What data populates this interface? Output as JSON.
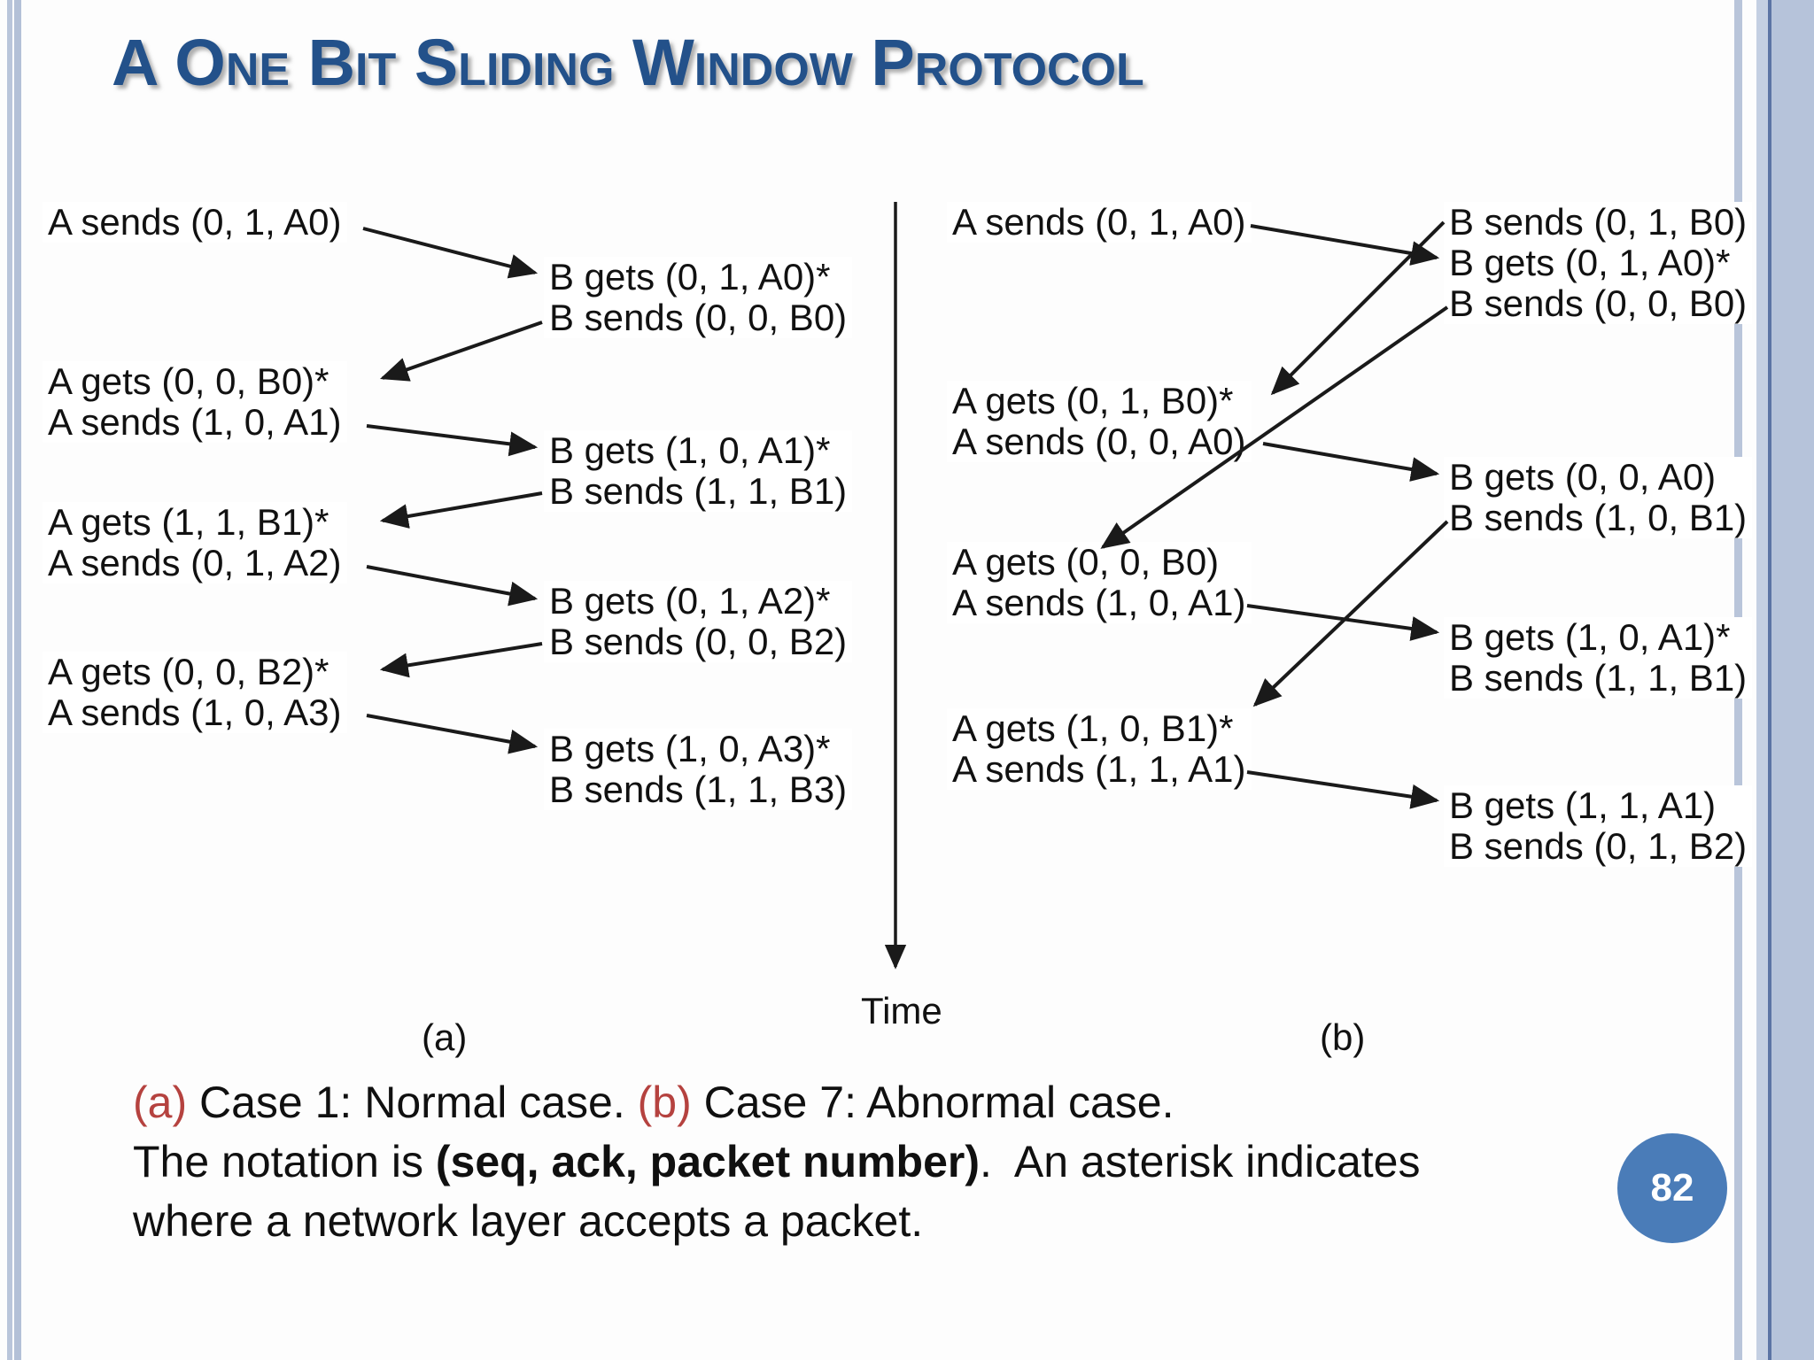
{
  "slide": {
    "title": "A One Bit Sliding Window Protocol",
    "page_number": "82"
  },
  "diagram": {
    "time_label": "Time",
    "panel_a": {
      "label": "(a)",
      "host_a": [
        {
          "lines": [
            "A sends (0, 1, A0)"
          ]
        },
        {
          "lines": [
            "A gets (0, 0, B0)*",
            "A sends (1, 0, A1)"
          ]
        },
        {
          "lines": [
            "A gets (1, 1, B1)*",
            "A sends (0, 1, A2)"
          ]
        },
        {
          "lines": [
            "A gets (0, 0, B2)*",
            "A sends (1, 0, A3)"
          ]
        }
      ],
      "host_b": [
        {
          "lines": [
            "B gets (0, 1, A0)*",
            "B sends (0, 0, B0)"
          ]
        },
        {
          "lines": [
            "B gets (1, 0, A1)*",
            "B sends (1, 1, B1)"
          ]
        },
        {
          "lines": [
            "B gets (0, 1, A2)*",
            "B sends (0, 0, B2)"
          ]
        },
        {
          "lines": [
            "B gets (1, 0, A3)*",
            "B sends (1, 1, B3)"
          ]
        }
      ]
    },
    "panel_b": {
      "label": "(b)",
      "host_a": [
        {
          "lines": [
            "A sends (0, 1, A0)"
          ]
        },
        {
          "lines": [
            "A gets (0, 1, B0)*",
            "A sends (0, 0, A0)"
          ]
        },
        {
          "lines": [
            "A gets (0, 0, B0)",
            "A sends (1, 0, A1)"
          ]
        },
        {
          "lines": [
            "A gets (1, 0, B1)*",
            "A sends (1, 1, A1)"
          ]
        }
      ],
      "host_b": [
        {
          "lines": [
            "B sends (0, 1, B0)",
            "B gets (0, 1, A0)*",
            "B sends (0, 0, B0)"
          ]
        },
        {
          "lines": [
            "B gets (0, 0, A0)",
            "B sends (1, 0, B1)"
          ]
        },
        {
          "lines": [
            "B gets (1, 0, A1)*",
            "B sends (1, 1, B1)"
          ]
        },
        {
          "lines": [
            "B gets (1, 1, A1)",
            "B sends (0, 1, B2)"
          ]
        }
      ]
    }
  },
  "caption": {
    "marker_a": "(a)",
    "after_a": " Case 1: Normal case. ",
    "marker_b": "(b)",
    "after_b": " Case 7: Abnormal case.",
    "line2_prefix": "The notation is ",
    "line2_bold": "(seq, ack, packet number)",
    "line2_suffix": ".  An asterisk indicates",
    "line3": "where a network layer accepts a packet."
  },
  "colors": {
    "title_blue": "#23518a",
    "caption_red": "#b5423f",
    "page_circle_blue": "#4a7cb8",
    "edge_bar_blue": "#b9c5da",
    "arrow_black": "#1a1a1a"
  }
}
